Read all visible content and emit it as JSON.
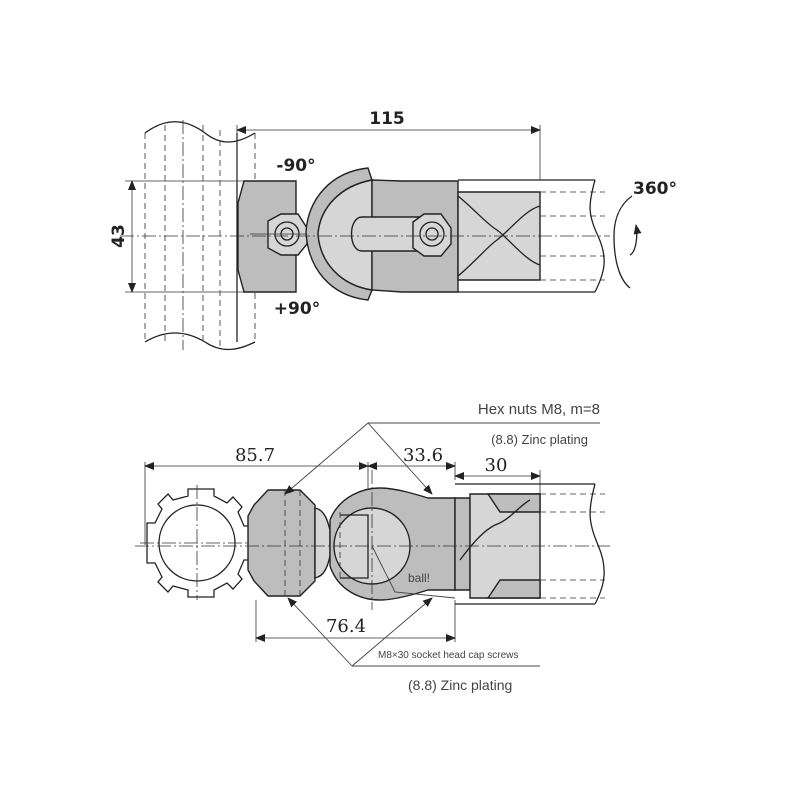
{
  "top_view": {
    "dim_length": "115",
    "dim_height": "43",
    "angle_neg": "-90°",
    "angle_pos": "+90°",
    "rotation": "360°"
  },
  "bottom_view": {
    "dim_a": "85.7",
    "dim_b": "33.6",
    "dim_c": "30",
    "dim_d": "76.4",
    "ball_label": "ball!"
  },
  "callouts": {
    "hex_nuts": "Hex nuts M8, m=8",
    "hex_plating": "(8.8) Zinc plating",
    "screws": "M8×30 socket head cap screws",
    "screws_plating": "(8.8) Zinc plating"
  }
}
